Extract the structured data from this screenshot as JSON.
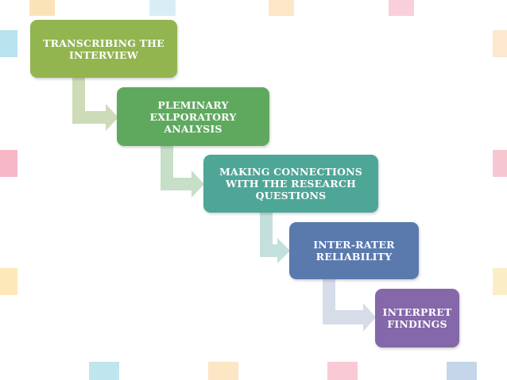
{
  "steps": [
    {
      "label": "TRANSCRIBING THE\nINTERVIEW",
      "color": "#92b550"
    },
    {
      "label": "PLEMINARY\nEXLPORATORY\nANALYSIS",
      "color": "#5fa95f"
    },
    {
      "label": "MAKING CONNECTIONS\nWITH THE RESEARCH\nQUESTIONS",
      "color": "#4ea697"
    },
    {
      "label": "INTER-RATER\nRELIABILITY",
      "color": "#5a7aae"
    },
    {
      "label": "INTERPRET\nFINDINGS",
      "color": "#8468a9"
    }
  ],
  "connector_colors": [
    "#cddbb8",
    "#c6dfc6",
    "#c3e0dc",
    "#d6dde9",
    "#e2dcec"
  ]
}
